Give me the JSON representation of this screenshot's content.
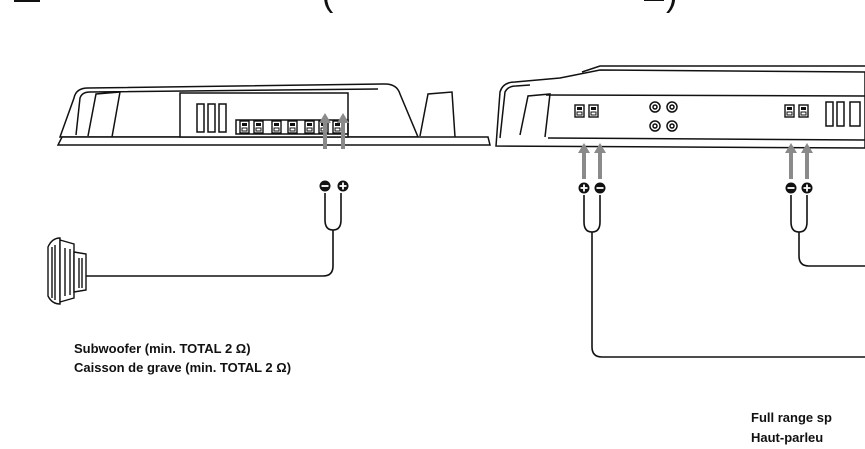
{
  "title_fragment": "(                            )",
  "labels": {
    "subwoofer_en": "Subwoofer (min. TOTAL 2 Ω)",
    "subwoofer_fr": "Caisson de grave (min. TOTAL 2 Ω)",
    "fullrange_en": "Full range sp",
    "fullrange_fr": "Haut-parleu"
  },
  "polarity": {
    "negative": "−",
    "positive": "+"
  },
  "colors": {
    "line": "#111111",
    "arrow": "#8a8a8a",
    "background": "#ffffff"
  },
  "icons": [
    "amplifier-left-icon",
    "amplifier-right-icon",
    "subwoofer-speaker-icon",
    "polarity-minus-icon",
    "polarity-plus-icon",
    "signal-arrow-icon"
  ]
}
